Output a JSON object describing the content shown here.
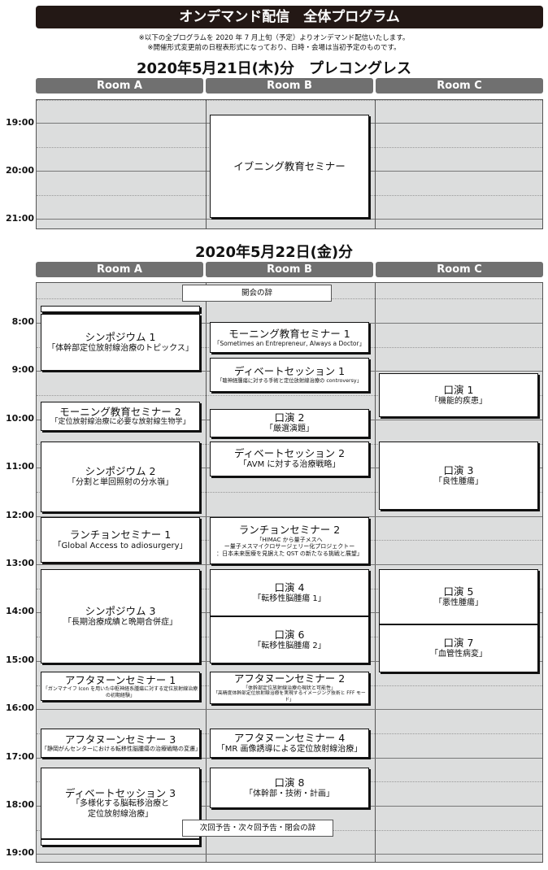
{
  "header": {
    "title": "オンデマンド配信　全体プログラム",
    "note1": "※以下の全プログラムを 2020 年 7 月上旬（予定）よりオンデマンド配信いたします。",
    "note2": "※開催形式変更前の日程表形式になっており、日時・会場は当初予定のものです。"
  },
  "rooms": [
    "Room A",
    "Room B",
    "Room C"
  ],
  "day1": {
    "title": "2020年5月21日(木)分　プレコングレス",
    "times": [
      "19:00",
      "20:00",
      "21:00"
    ],
    "events": {
      "evening": "イブニング教育セミナー"
    }
  },
  "day2": {
    "title": "2020年5月22日(金)分",
    "times": [
      "8:00",
      "9:00",
      "10:00",
      "11:00",
      "12:00",
      "13:00",
      "14:00",
      "15:00",
      "16:00",
      "17:00",
      "18:00",
      "19:00"
    ],
    "opening": "開会の辞",
    "closing": "次回予告・次々回予告・閉会の辞",
    "a": [
      {
        "title": "シンポジウム 1",
        "sub": "「体幹部定位放射線治療のトピックス」"
      },
      {
        "title": "モーニング教育セミナー 2",
        "sub": "「定位放射線治療に必要な放射線生物学」"
      },
      {
        "title": "シンポジウム 2",
        "sub": "「分割と単回照射の分水嶺」"
      },
      {
        "title": "ランチョンセミナー 1",
        "sub": "「Global Access to adiosurgery」"
      },
      {
        "title": "シンポジウム 3",
        "sub": "「長期治療成績と晩期合併症」"
      },
      {
        "title": "アフタヌーンセミナー 1",
        "sub": "「ガンマナイフ Icon を用いた中枢神経系腫瘍に対する定位放射線治療の初期経験」"
      },
      {
        "title": "アフタヌーンセミナー 3",
        "sub": "「静岡がんセンターにおける転移性脳腫瘍の治療戦略の変遷」"
      },
      {
        "title": "ディベートセッション 3",
        "sub": "「多様化する脳転移治療と",
        "sub2": "定位放射線治療」"
      }
    ],
    "b": [
      {
        "title": "モーニング教育セミナー 1",
        "sub": "「Sometimes an Entrepreneur, Always a Doctor」"
      },
      {
        "title": "ディベートセッション 1",
        "sub": "「聴神経腫瘍に対する手術と定位放射線治療の controversy」"
      },
      {
        "title": "口演 2",
        "sub": "「厳選演題」"
      },
      {
        "title": "ディベートセッション 2",
        "sub": "「AVM に対する治療戦略」"
      },
      {
        "title": "ランチョンセミナー 2",
        "sub": "「HIMAC から量子メスへ",
        "sub2": "ー量子メスマイクロサージェリー化プロジェクトー",
        "sub3": "：日本未来医療を見据えた QST の新たなる挑戦と展望」"
      },
      {
        "title": "口演 4",
        "sub": "「転移性脳腫瘍 1」"
      },
      {
        "title": "口演 6",
        "sub": "「転移性脳腫瘍 2」"
      },
      {
        "title": "アフタヌーンセミナー 2",
        "sub": "「体幹部定位放射線治療の現状と可能性」",
        "sub2": "「高精度体幹部定位放射線治療を実現するイメージング技術と FFF モード」"
      },
      {
        "title": "アフタヌーンセミナー 4",
        "sub": "「MR 画像誘導による定位放射線治療」"
      },
      {
        "title": "口演 8",
        "sub": "「体幹部・技術・計画」"
      }
    ],
    "c": [
      {
        "title": "口演 1",
        "sub": "「機能的疾患」"
      },
      {
        "title": "口演 3",
        "sub": "「良性腫瘍」"
      },
      {
        "title": "口演 5",
        "sub": "「悪性腫瘍」"
      },
      {
        "title": "口演 7",
        "sub": "「血管性病変」"
      }
    ]
  }
}
